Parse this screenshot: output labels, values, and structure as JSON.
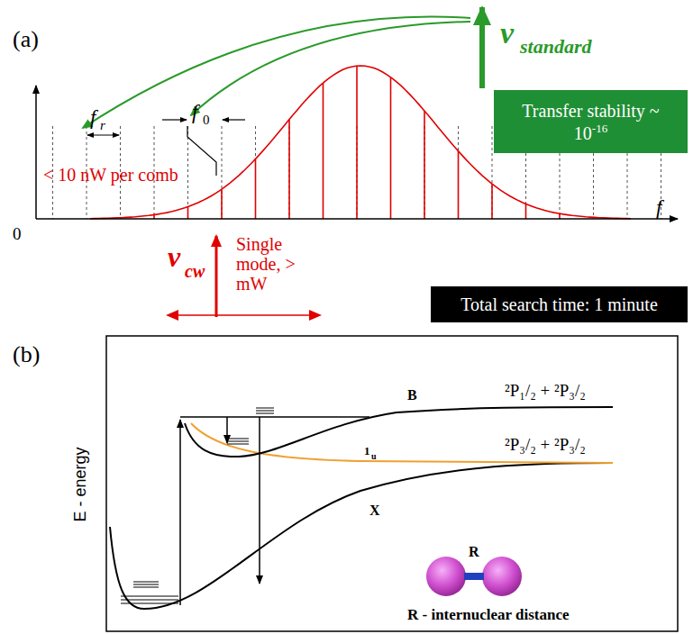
{
  "diagram": {
    "nodes": [
      {
        "text": [
          "Transfer stability ~ 10",
          "-16"
        ]
      },
      {
        "text": [
          "Total search time: 1 minute"
        ]
      }
    ],
    "labels": [
      "(a)",
      "f",
      "r",
      "f",
      "0",
      "< 10 nW per comb",
      "ν",
      "standard",
      "0",
      "f",
      "ν",
      "cw",
      "Single mode, > mW",
      "(b)",
      "B",
      "²P₁/₂ + ²P₃/₂",
      "1",
      "u",
      "²P₃/₂ + ²P₃/₂",
      "X",
      "E - energy",
      "R",
      "R - internuclear distance"
    ]
  }
}
